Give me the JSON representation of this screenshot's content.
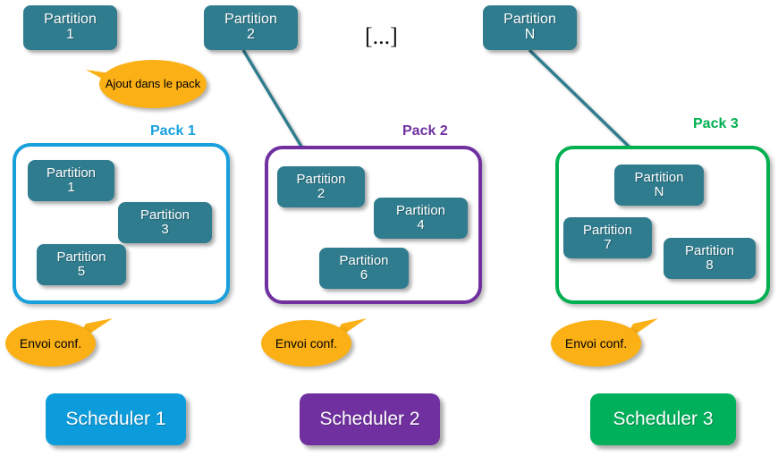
{
  "diagram": {
    "title_marker": "[...]",
    "colors": {
      "partition_fill": "#2F7C8E",
      "pack1": "#18A0DC",
      "pack2": "#7030A0",
      "pack3": "#00B050",
      "callout_fill": "#FBB016",
      "scheduler1": "#0D9CDB",
      "scheduler2": "#7030A0",
      "scheduler3": "#00B05A",
      "background": "#FFFFFF"
    }
  },
  "incoming_partitions": [
    {
      "name": "Partition",
      "num": "1"
    },
    {
      "name": "Partition",
      "num": "2"
    },
    {
      "name": "Partition",
      "num": "N"
    }
  ],
  "packs": [
    {
      "label": "Pack 1",
      "color": "#18A0DC",
      "partitions": [
        {
          "name": "Partition",
          "num": "1"
        },
        {
          "name": "Partition",
          "num": "3"
        },
        {
          "name": "Partition",
          "num": "5"
        }
      ]
    },
    {
      "label": "Pack 2",
      "color": "#7030A0",
      "partitions": [
        {
          "name": "Partition",
          "num": "2"
        },
        {
          "name": "Partition",
          "num": "4"
        },
        {
          "name": "Partition",
          "num": "6"
        }
      ]
    },
    {
      "label": "Pack 3",
      "color": "#00B050",
      "partitions": [
        {
          "name": "Partition",
          "num": "N"
        },
        {
          "name": "Partition",
          "num": "7"
        },
        {
          "name": "Partition",
          "num": "8"
        }
      ]
    }
  ],
  "schedulers": [
    {
      "label": "Scheduler 1",
      "color": "#0D9CDB"
    },
    {
      "label": "Scheduler 2",
      "color": "#7030A0"
    },
    {
      "label": "Scheduler 3",
      "color": "#00B05A"
    }
  ],
  "callouts": {
    "add_to_pack": "Ajout dans le pack",
    "send_conf_1": "Envoi conf.",
    "send_conf_2": "Envoi conf.",
    "send_conf_3": "Envoi conf."
  }
}
